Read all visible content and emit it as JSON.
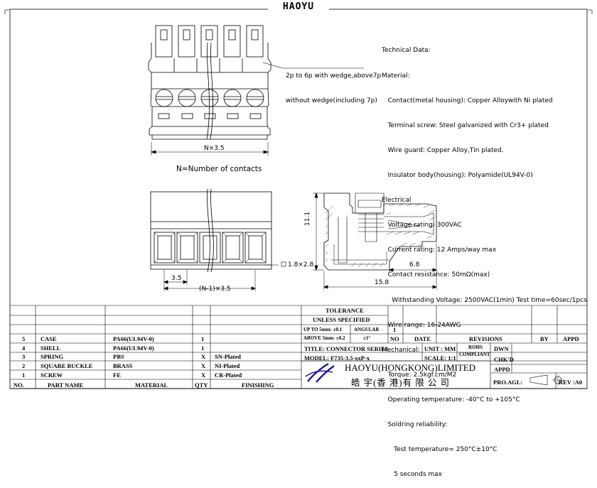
{
  "brand": "HAOYU",
  "technical": {
    "lines": [
      "Technical Data:",
      "Material:",
      "   Contact(metal housing): Copper Alloywith Ni plated",
      "   Terminal screw: Steel galvanized with Cr3+ plated",
      "   Wire guard: Copper Alloy,Tin plated.",
      "   Insulator body(housing): Polyamide(UL94V-0)",
      "Electrical",
      "   Voltage rating: 300VAC",
      "   Current rating: 12 Amps/way max",
      "   Contact resistance: 50mΩ(max)",
      "     Withstanding Voltage: 2500VAC(1min) Test time=60sec/1pcs",
      "   Wire range: 16-24AWG",
      "Mechanical:",
      "   Torque: 2.5kgf.cm/M2",
      "   Operating temperature: -40°C to +105°C",
      "   Soldring reliability:",
      "      Test temperature= 250°C±10°C",
      "      5 seconds max"
    ]
  },
  "wedge_note": [
    "2p to 6p with wedge,above7p",
    "without wedge(including 7p)"
  ],
  "dims": {
    "total": "N×3.5",
    "caption": "N=Number of contacts",
    "pitch": "3.5",
    "span": "(N-1)×3.5",
    "hole": "1.8×2.8",
    "height": "11.1",
    "side_inner": "6.8",
    "side_total": "15.8"
  },
  "title_block": {
    "tolerance": "TOLERANCE",
    "unless": "UNLESS   SPECIFIED",
    "up_to": "UP TO 5mm: ±0.1",
    "above": "ABOVE 5mm: ±0.2",
    "angular": "ANGULAR",
    "angular_val": "±1°",
    "rev_no": "1",
    "no": "NO",
    "date": "DATE",
    "revisions": "REVISIONS",
    "by": "BY",
    "appd": "APPD",
    "title": "TITLE: CONNECTOR SERIES",
    "unit": "UNIT : MM",
    "rohs1": "ROHS",
    "rohs2": "COMPLIANT",
    "dwn": "DWN",
    "model": "MODEL: F735-3.5-xxP-x",
    "scale": "SCALE: 1:1",
    "chkd": "CHK'D",
    "appd2": "APPD",
    "company": "HAOYU(HONGKONG)LIMITED",
    "company_cn": "皓 宇(香 港)有 限 公 司",
    "proagl": "PRO.AGL:",
    "rev": "REV :A0"
  },
  "bom": {
    "headers": {
      "no": "NO.",
      "part": "PART    NAME",
      "material": "MATERIAL",
      "qty": "QTY",
      "finishing": "FINISHING"
    },
    "rows": [
      {
        "no": "5",
        "part": "CASE",
        "material": "PA66(UL94V-0)",
        "qty": "1",
        "finishing": ""
      },
      {
        "no": "4",
        "part": "SHELL",
        "material": "PA66(UL94V-0)",
        "qty": "1",
        "finishing": ""
      },
      {
        "no": "3",
        "part": "SPRING",
        "material": "PBS",
        "qty": "X",
        "finishing": "SN-Plated"
      },
      {
        "no": "2",
        "part": "SQUARE BUCKLE",
        "material": "BRASS",
        "qty": "X",
        "finishing": "NI-Plated"
      },
      {
        "no": "1",
        "part": "SCREW",
        "material": "FE",
        "qty": "X",
        "finishing": "CR-Plated"
      }
    ]
  }
}
